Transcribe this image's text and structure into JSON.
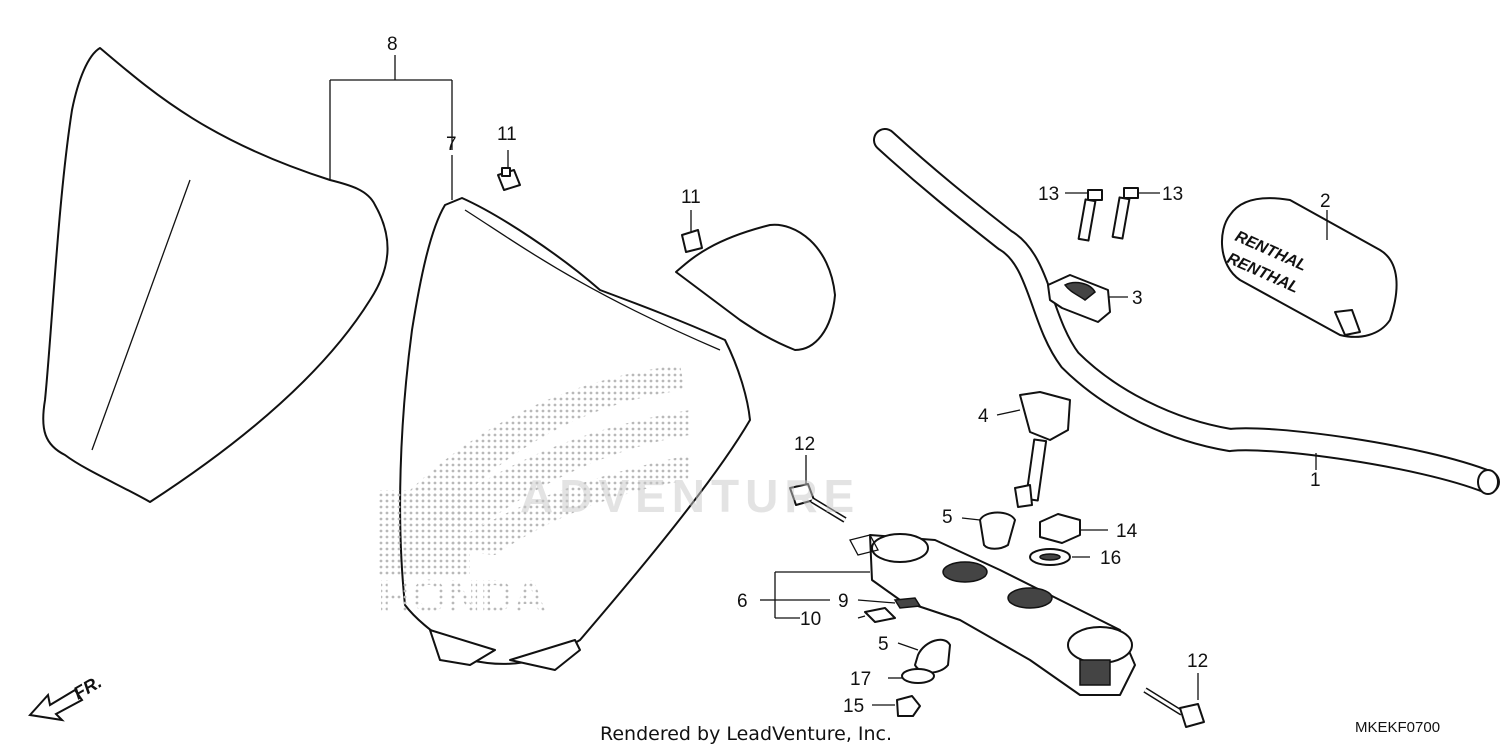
{
  "watermark": {
    "brand_text": "HONDA",
    "overlay_text": "ADVENTURE"
  },
  "callouts": {
    "c1": "1",
    "c2": "2",
    "c3": "3",
    "c4": "4",
    "c5a": "5",
    "c5b": "5",
    "c6": "6",
    "c7": "7",
    "c8": "8",
    "c9": "9",
    "c10": "10",
    "c11a": "11",
    "c11b": "11",
    "c12a": "12",
    "c12b": "12",
    "c13a": "13",
    "c13b": "13",
    "c14": "14",
    "c15": "15",
    "c16": "16",
    "c17": "17"
  },
  "pad_brand": "RENTHAL",
  "direction_label": "FR.",
  "footer": {
    "credit": "Rendered by LeadVenture, Inc.",
    "diagram_code": "MKEKF0700"
  }
}
